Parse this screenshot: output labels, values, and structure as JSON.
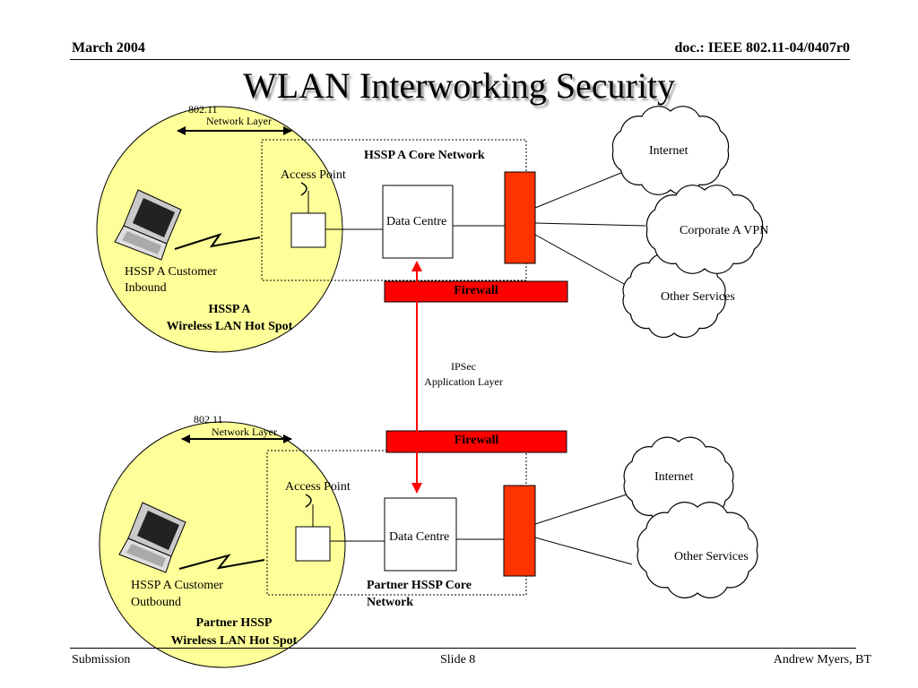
{
  "header": {
    "date": "March 2004",
    "doc_id": "doc.: IEEE 802.11-04/0407r0"
  },
  "title": "WLAN Interworking Security",
  "top": {
    "layer_a": "802.11",
    "layer_b": "Network Layer",
    "core_network": "HSSP A Core Network",
    "access_point": "Access Point",
    "data_centre": "Data Centre",
    "customer_line1": "HSSP A Customer",
    "customer_line2": "Inbound",
    "hotspot_line1": "HSSP A",
    "hotspot_line2": "Wireless LAN Hot Spot",
    "firewall": "Firewall",
    "cloud_internet": "Internet",
    "cloud_vpn": "Corporate A VPN",
    "cloud_other": "Other Services"
  },
  "middle": {
    "ipsec": "IPSec",
    "app_layer": "Application Layer"
  },
  "bottom": {
    "layer_a": "802.11",
    "layer_b": "Network Layer",
    "firewall": "Firewall",
    "access_point": "Access Point",
    "data_centre": "Data Centre",
    "customer_line1": "HSSP A Customer",
    "customer_line2": "Outbound",
    "hotspot_line1": "Partner HSSP",
    "hotspot_line2": "Wireless LAN Hot Spot",
    "core_line1": "Partner HSSP Core",
    "core_line2": "Network",
    "cloud_internet": "Internet",
    "cloud_other": "Other Services"
  },
  "footer": {
    "left": "Submission",
    "center": "Slide 8",
    "right": "Andrew Myers, BT"
  },
  "colors": {
    "hotspot_fill": "#ffff99",
    "firewall_red": "#ff0000",
    "firewall_tower": "#ff3300",
    "arrow_red": "#ff0000"
  }
}
